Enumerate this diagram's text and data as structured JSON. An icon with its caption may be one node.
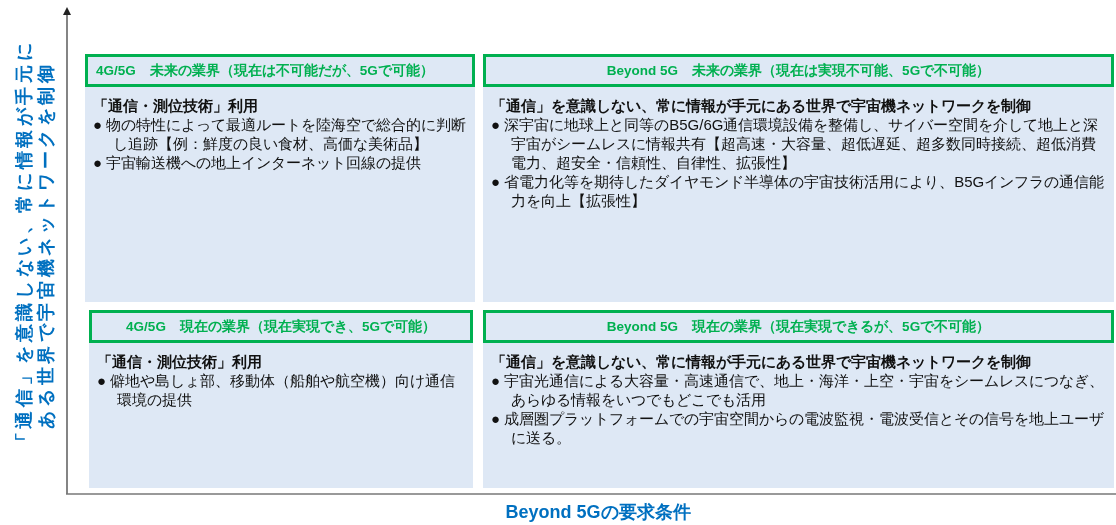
{
  "diagram": {
    "nodes": [
      {
        "text": [
          "「通信・測位技術」利用",
          "● 物の特性によって最適ルートを陸海空で総合的に判断し追跡【例：鮮度の良い食材、高価な美術品】",
          "● 宇宙輸送機への地上インターネット回線の提供"
        ]
      },
      {
        "text": [
          "4G/5G　未来の業界（現在は不可能だが、5Gで可能）"
        ],
        "in": 0
      },
      {
        "text": [
          "「通信」を意識しない、常に情報が手元にある世界で宇宙機ネットワークを制御",
          "● 深宇宙に地球上と同等のB5G/6G通信環境設備を整備し、サイバー空間を介して地上と深宇宙がシームレスに情報共有【超高速・大容量、超低遅延、超多数同時接続、超低消費電力、超安全・信頼性、自律性、拡張性】",
          "● 省電力化等を期待したダイヤモンド半導体の宇宙技術活用により、B5Gインフラの通信能力を向上【拡張性】"
        ]
      },
      {
        "text": [
          "Beyond 5G　未来の業界（現在は実現不可能、5Gで不可能）"
        ],
        "in": 2
      },
      {
        "text": [
          "「通信・測位技術」利用",
          "● 僻地や島しょ部、移動体（船舶や航空機）向け通信環境の提供"
        ]
      },
      {
        "text": [
          "4G/5G　現在の業界（現在実現でき、5Gで可能）"
        ],
        "in": 4
      },
      {
        "text": [
          "「通信」を意識しない、常に情報が手元にある世界で宇宙機ネットワークを制御",
          "● 宇宙光通信による大容量・高速通信で、地上・海洋・上空・宇宙をシームレスにつなぎ、あらゆる情報をいつでもどこでも活用",
          "● 成層圏プラットフォームでの宇宙空間からの電波監視・電波受信とその信号を地上ユーザに送る。"
        ]
      },
      {
        "text": [
          "Beyond 5G　現在の業界（現在実現できるが、5Gで不可能）"
        ],
        "in": 6
      }
    ],
    "labels": [
      "「通信」を意識しない、常に情報が手元にある世界で宇宙機ネットワークを制御",
      "Beyond 5Gの要求条件"
    ]
  }
}
